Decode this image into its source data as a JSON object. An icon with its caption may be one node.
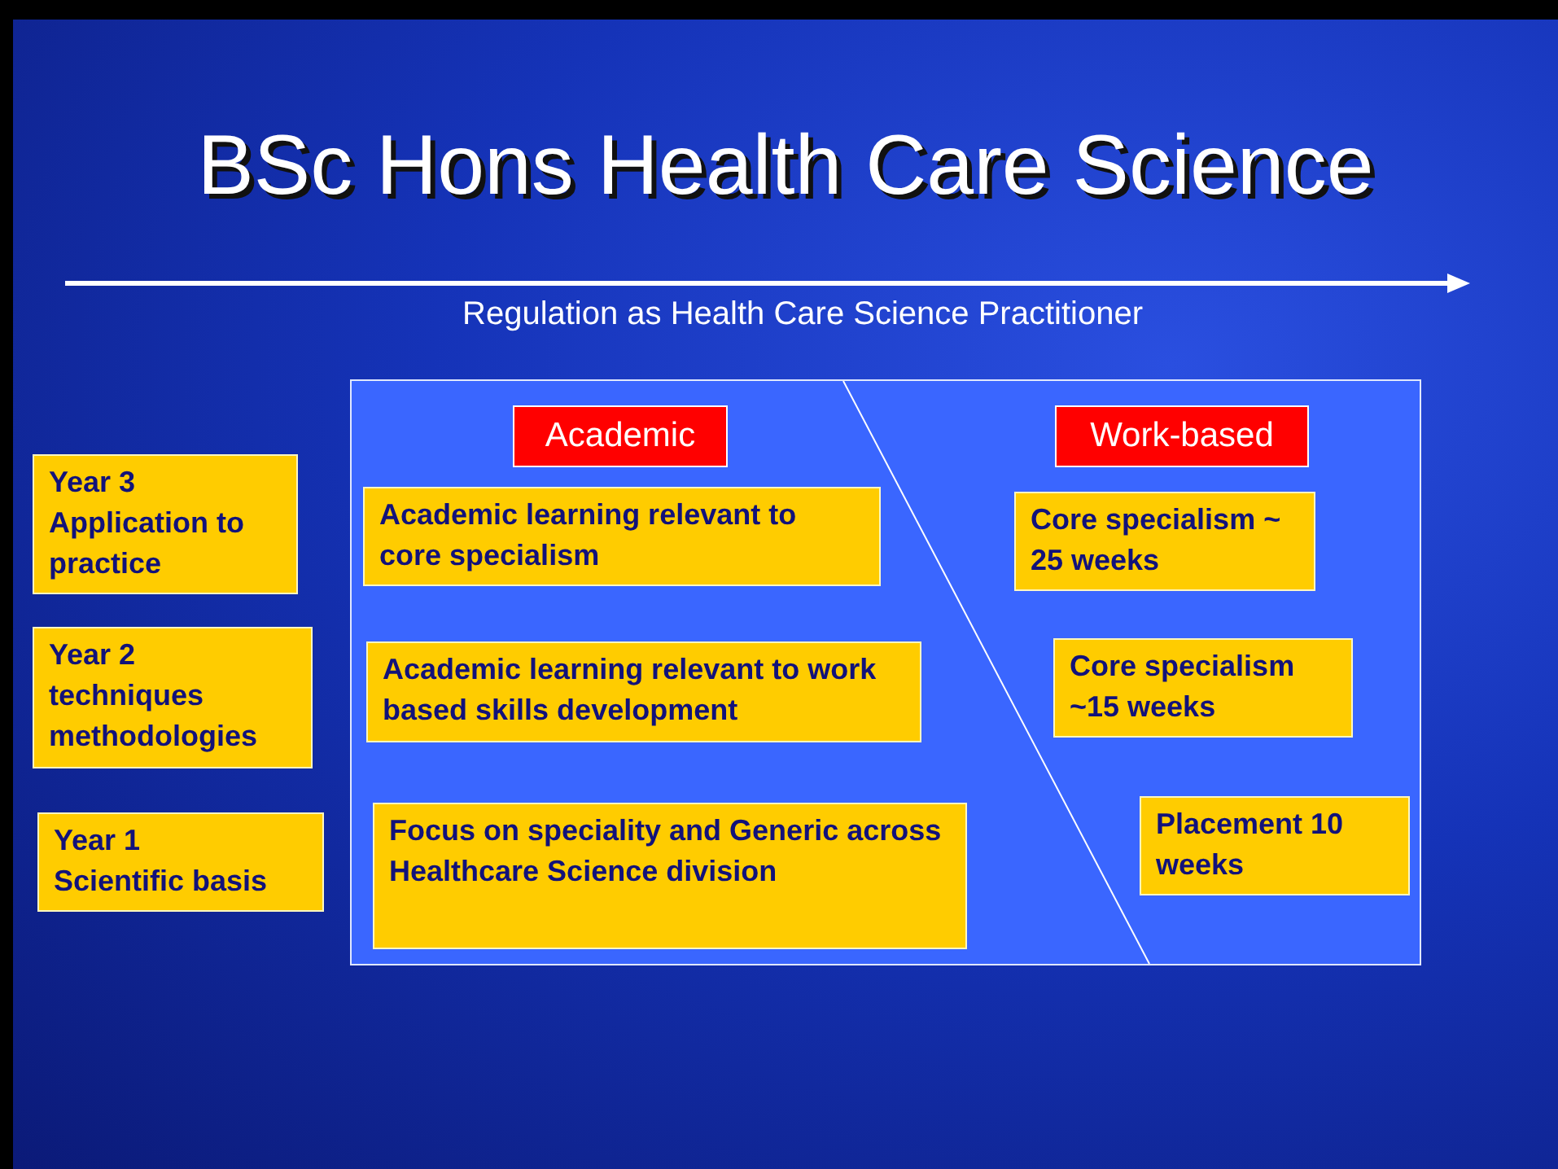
{
  "diagram": {
    "title": "BSc Hons Health Care Science",
    "nodes": [
      {
        "text": [
          "Year 3",
          "Application to practice"
        ]
      },
      {
        "text": [
          "Year 2",
          "techniques methodologies"
        ]
      },
      {
        "text": [
          "Year 1",
          "Scientific basis"
        ]
      },
      {
        "text": [],
        "shape": "box"
      },
      {
        "text": [
          "Academic"
        ],
        "in": 3
      },
      {
        "text": [
          "Work-based"
        ],
        "in": 3
      },
      {
        "text": [
          "Academic learning relevant to core specialism"
        ],
        "in": 3
      },
      {
        "text": [
          "Academic learning relevant to work based skills development"
        ],
        "in": 3
      },
      {
        "text": [
          "Focus on speciality and Generic across Healthcare Science division"
        ],
        "in": 3
      },
      {
        "text": [
          "Core specialism ~ 25 weeks"
        ],
        "in": 3
      },
      {
        "text": [
          "Core specialism ~15 weeks"
        ],
        "in": 3
      },
      {
        "text": [
          "Placement 10 weeks"
        ],
        "in": 3
      }
    ],
    "labels": [
      "Regulation as Health Care Science Practitioner"
    ]
  }
}
